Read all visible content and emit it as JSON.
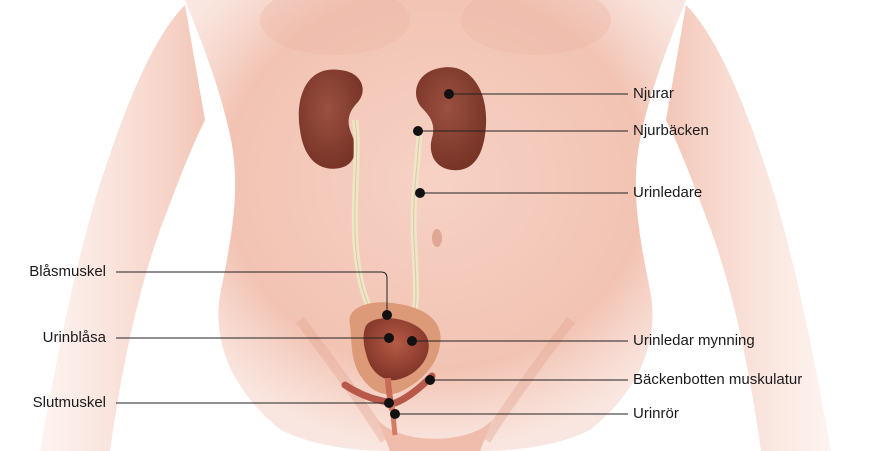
{
  "colors": {
    "skin": "#f4c9bb",
    "skin_shadow": "#eab4a3",
    "kidney": "#8e4636",
    "ureter": "#efe6c8",
    "bladder_wall": "#d98b6a",
    "bladder_inner": "#a54b3a",
    "line": "#222222",
    "dot": "#111111",
    "text": "#1a1a1a"
  },
  "labels_right": {
    "njurar": "Njurar",
    "njurbacken": "Njurbäcken",
    "urinledare": "Urinledare",
    "urinledar_mynning": "Urinledar mynning",
    "backenbotten": "Bäckenbotten muskulatur",
    "urinror": "Urinrör"
  },
  "labels_left": {
    "blasmuskel": "Blåsmuskel",
    "urinblasa": "Urinblåsa",
    "slutmuskel": "Slutmuskel"
  }
}
